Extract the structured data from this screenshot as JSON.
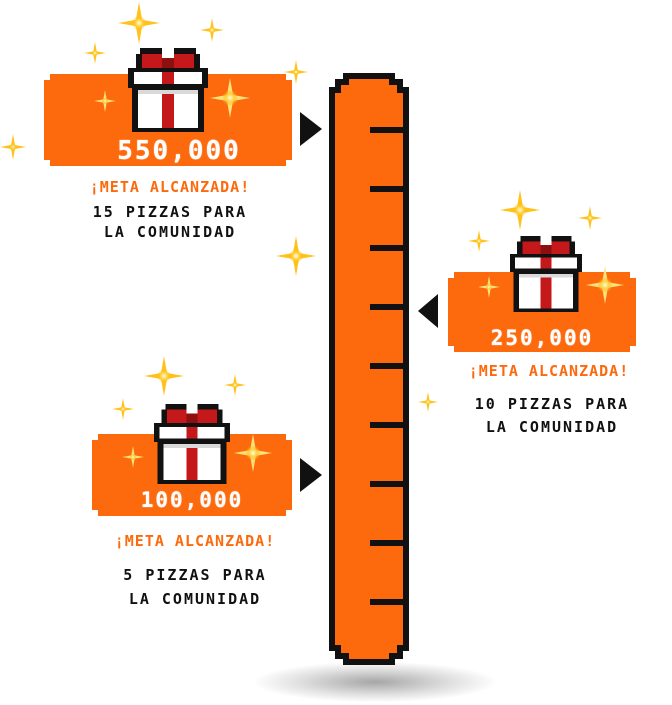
{
  "colors": {
    "accent": "#fd6a0e",
    "sparkle": "#ffc21a",
    "outline": "#111111"
  },
  "tiers": [
    {
      "amount": "550,000",
      "reached": "¡META ALCANZADA!",
      "reward_line1": "15 PIZZAS PARA",
      "reward_line2": "LA COMUNIDAD",
      "icon": "gift-icon"
    },
    {
      "amount": "250,000",
      "reached": "¡META ALCANZADA!",
      "reward_line1": "10 PIZZAS PARA",
      "reward_line2": "LA COMUNIDAD",
      "icon": "gift-icon"
    },
    {
      "amount": "100,000",
      "reached": "¡META ALCANZADA!",
      "reward_line1": "5 PIZZAS PARA",
      "reward_line2": "LA COMUNIDAD",
      "icon": "gift-icon"
    }
  ],
  "progress": {
    "fraction": 1.0
  }
}
